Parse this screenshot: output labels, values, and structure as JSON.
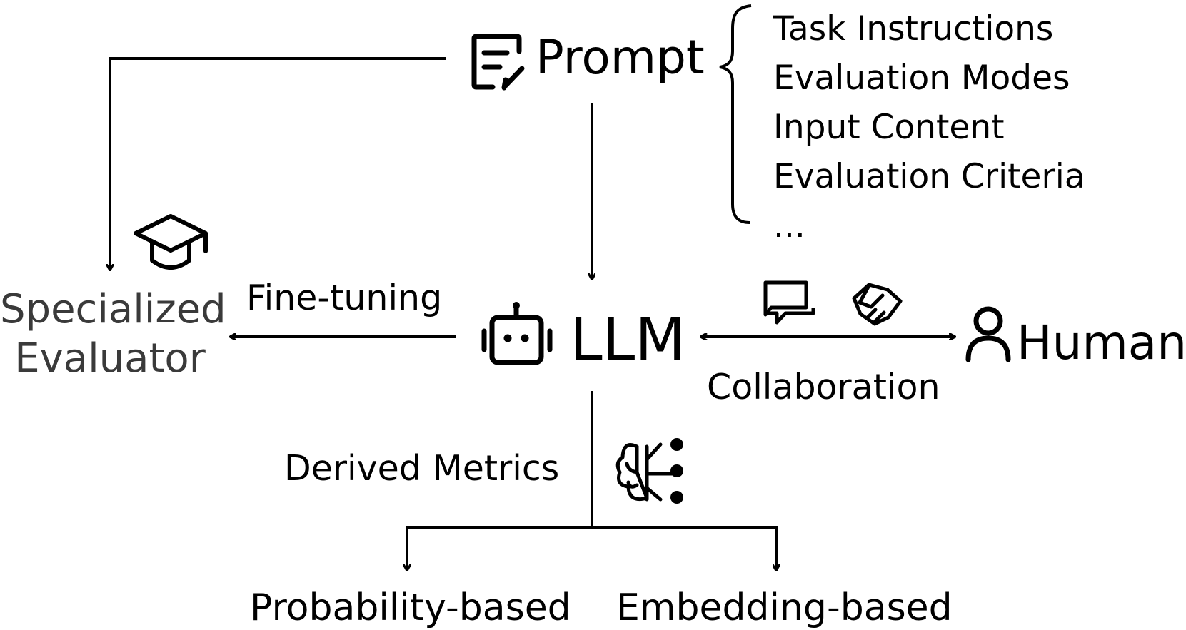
{
  "prompt": {
    "label": "Prompt",
    "components": [
      "Task Instructions",
      "Evaluation Modes",
      "Input Content",
      "Evaluation Criteria",
      "..."
    ]
  },
  "llm": {
    "label": "LLM"
  },
  "human": {
    "label": "Human"
  },
  "specialized_evaluator": {
    "line1": "Specialized",
    "line2": "Evaluator"
  },
  "edges": {
    "fine_tuning": "Fine-tuning",
    "collaboration": "Collaboration",
    "derived_metrics": "Derived Metrics"
  },
  "metrics": {
    "probability": "Probability-based",
    "embedding": "Embedding-based"
  },
  "icons": [
    "edit-document-icon",
    "graduation-cap-icon",
    "robot-icon",
    "chat-bubbles-icon",
    "handshake-icon",
    "person-icon",
    "neural-brain-icon"
  ]
}
